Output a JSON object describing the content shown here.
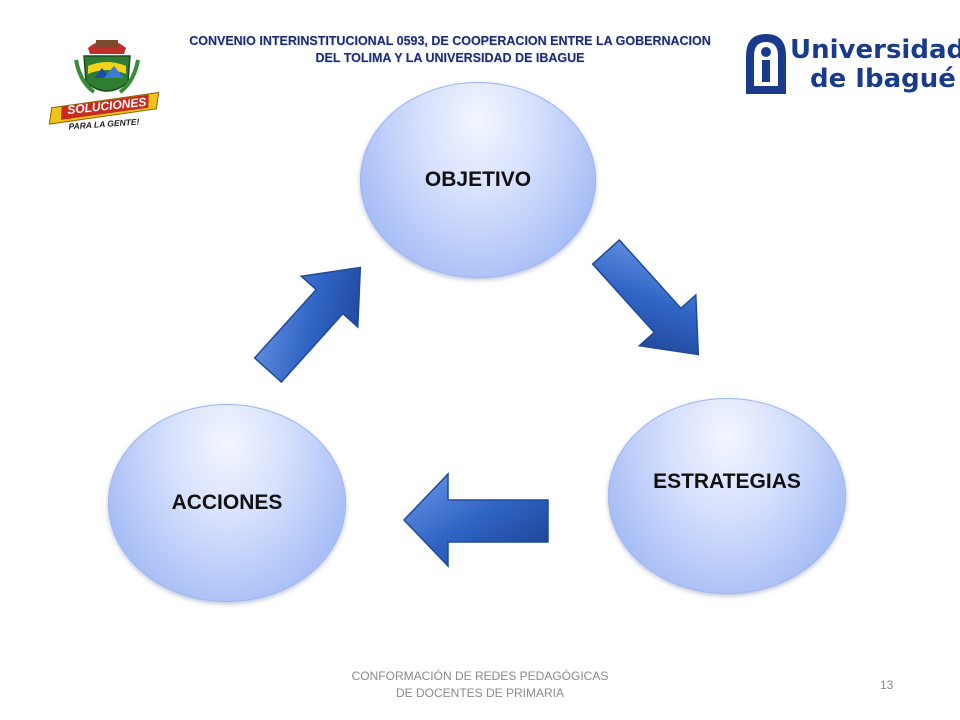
{
  "header": {
    "line1": "CONVENIO INTERINSTITUCIONAL 0593, DE COOPERACION ENTRE LA GOBERNACION",
    "line2": "DEL TOLIMA Y LA UNIVERSIDAD DE IBAGUE"
  },
  "logo_left": {
    "text1": "SOLUCIONES",
    "text2": "PARA LA GENTE!"
  },
  "logo_right": {
    "line1": "Universidad",
    "line2": "de Ibagué"
  },
  "cycle": {
    "nodes": [
      "OBJETIVO",
      "ESTRATEGIAS",
      "ACCIONES"
    ],
    "arrow_color": "#2f63c4"
  },
  "footer": {
    "line1": "CONFORMACIÓN DE REDES PEDAGÓGICAS",
    "line2": "DE DOCENTES DE PRIMARIA",
    "page_number": "13"
  }
}
